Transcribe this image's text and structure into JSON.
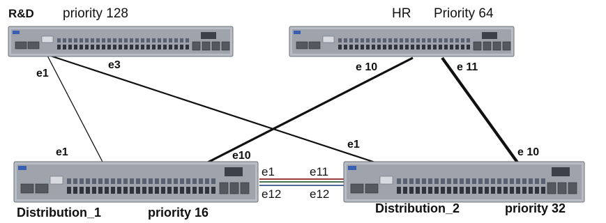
{
  "switches": {
    "rd": {
      "name": "R&D",
      "priority": "priority 128"
    },
    "hr": {
      "name": "HR",
      "priority": "Priority 64"
    },
    "dist1": {
      "name": "Distribution_1",
      "priority": "priority 16"
    },
    "dist2": {
      "name": "Distribution_2",
      "priority": "priority 32"
    }
  },
  "ports": {
    "rd_e1_top": "e1",
    "rd_e3": "e3",
    "hr_e10": "e 10",
    "hr_e11": "e 11",
    "dist1_e1": "e1",
    "dist1_e10": "e10",
    "dist1_e1_right": "e1",
    "dist1_e12": "e12",
    "dist2_e1": "e1",
    "dist2_e11": "e11",
    "dist2_e12": "e12",
    "dist2_e10": "e 10"
  },
  "link_colors": {
    "default": "#111111",
    "trunk_red": "#8a1f1f",
    "trunk_green": "#2e5e3a",
    "trunk_blue": "#3a4f8a"
  }
}
